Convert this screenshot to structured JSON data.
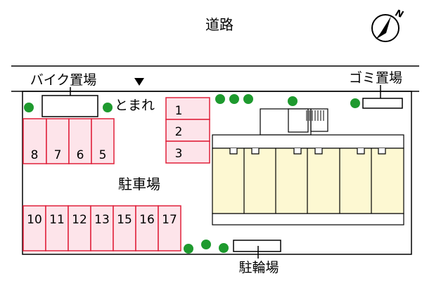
{
  "labels": {
    "road": "道路",
    "bike_parking": "バイク置場",
    "garbage": "ゴミ置場",
    "stop": "とまれ",
    "parking": "駐車場",
    "bicycle_parking": "駐輪場",
    "compass_n": "N"
  },
  "parking_spaces": {
    "right_column": [
      "1",
      "2",
      "3"
    ],
    "top_row": [
      "8",
      "7",
      "6",
      "5"
    ],
    "bottom_row": [
      "10",
      "11",
      "12",
      "13",
      "15",
      "16",
      "17"
    ]
  },
  "colors": {
    "parking_fill": "#fde4ea",
    "parking_stroke": "#e0203a",
    "building_fill": "#fdf8d2",
    "tree": "#1e9a2e",
    "lines": "#000000"
  }
}
